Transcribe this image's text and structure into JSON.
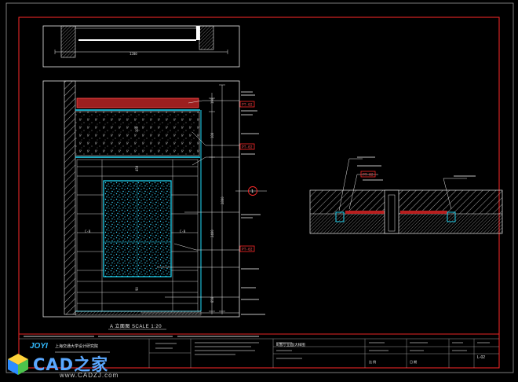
{
  "colors": {
    "background": "#000000",
    "frame": "#ff2a2a",
    "line": "#e8e8e8",
    "cyan": "#22e0ff",
    "glass": "#39d6ff",
    "tag": "#ff2a2a",
    "logo": "#33bbff",
    "watermark": "#5aa8ff"
  },
  "elevation": {
    "title": "A 立面图 SCALE 1:20",
    "tags": {
      "t1": "PT-02",
      "t2": "PT-02",
      "t3": "PT-02"
    },
    "section_mark": "1",
    "dims_right": [
      "190",
      "100",
      "2400",
      "2800",
      "850"
    ],
    "dims_left": [
      "C-B",
      "C-B"
    ],
    "dims_mid": [
      "450",
      "300",
      "90"
    ]
  },
  "plan": {
    "dim": "1200"
  },
  "detail": {
    "tag": "PT-02"
  },
  "title_block": {
    "brand": "JOYI",
    "company": "上海交通大学设计研究院",
    "project": "Ⅱ(客厅立面)大样图",
    "sheet_no": "L-02",
    "scale_label": "比 例",
    "date_label": "日 期"
  },
  "watermark": {
    "text": "CAD之家",
    "url": "www.CADZJ.com"
  }
}
